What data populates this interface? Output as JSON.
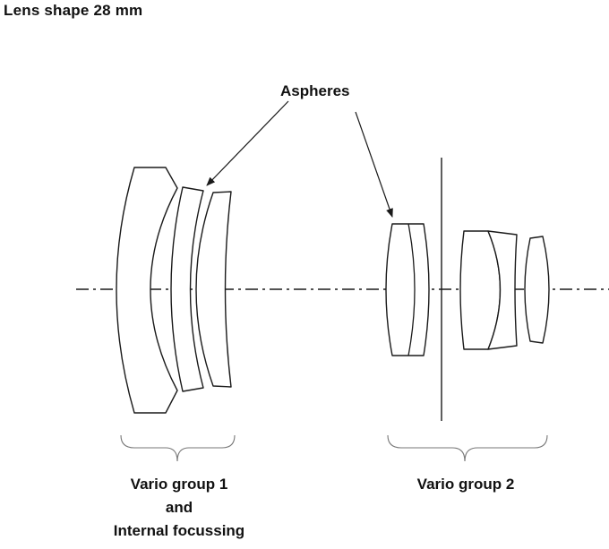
{
  "title": "Lens shape 28 mm",
  "annotations": {
    "aspheres": "Aspheres"
  },
  "groups": {
    "group1": {
      "line1": "Vario group 1",
      "line2": "and",
      "line3": "Internal focussing"
    },
    "group2": {
      "line1": "Vario group 2"
    }
  },
  "colors": {
    "line": "#1a1a1a",
    "brace": "#777777",
    "background": "#ffffff"
  }
}
